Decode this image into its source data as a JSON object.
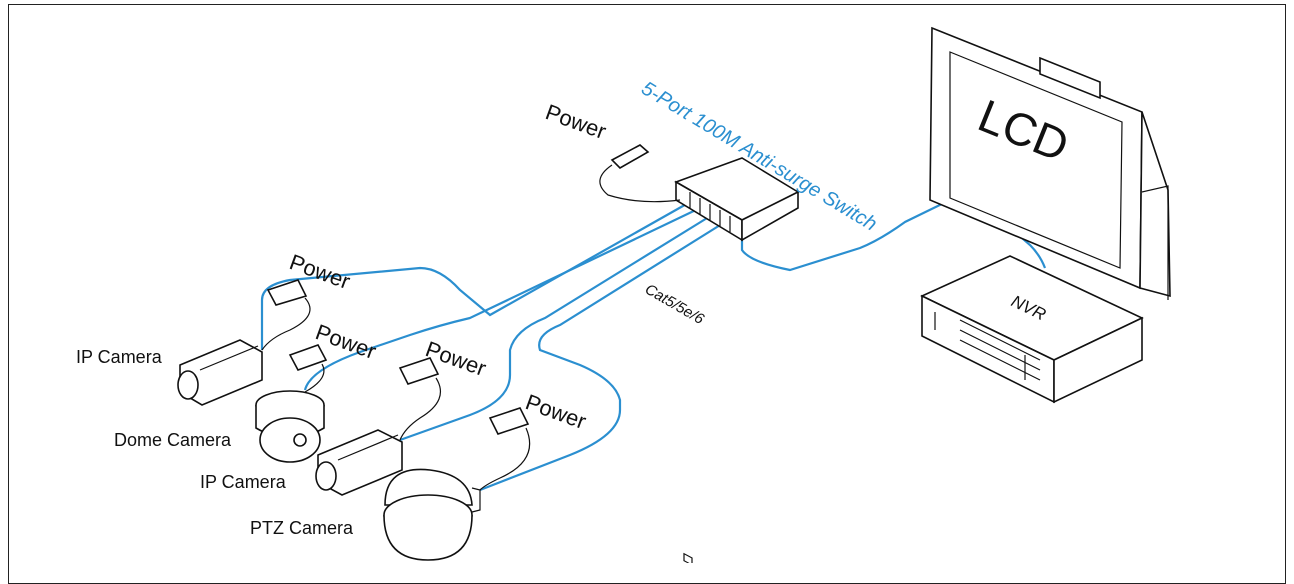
{
  "diagram": {
    "switch_label": "5-Port 100M Anti-surge Switch",
    "cable_label": "Cat5/5e/6",
    "lcd_label": "LCD",
    "nvr_label": "NVR",
    "power_labels": [
      "Power",
      "Power",
      "Power",
      "Power",
      "Power"
    ],
    "cameras": [
      "IP Camera",
      "Dome Camera",
      "IP Camera",
      "PTZ Camera"
    ],
    "colors": {
      "cable": "#2b8fd0",
      "ink": "#111111",
      "switch_label": "#2b8fd0"
    }
  }
}
